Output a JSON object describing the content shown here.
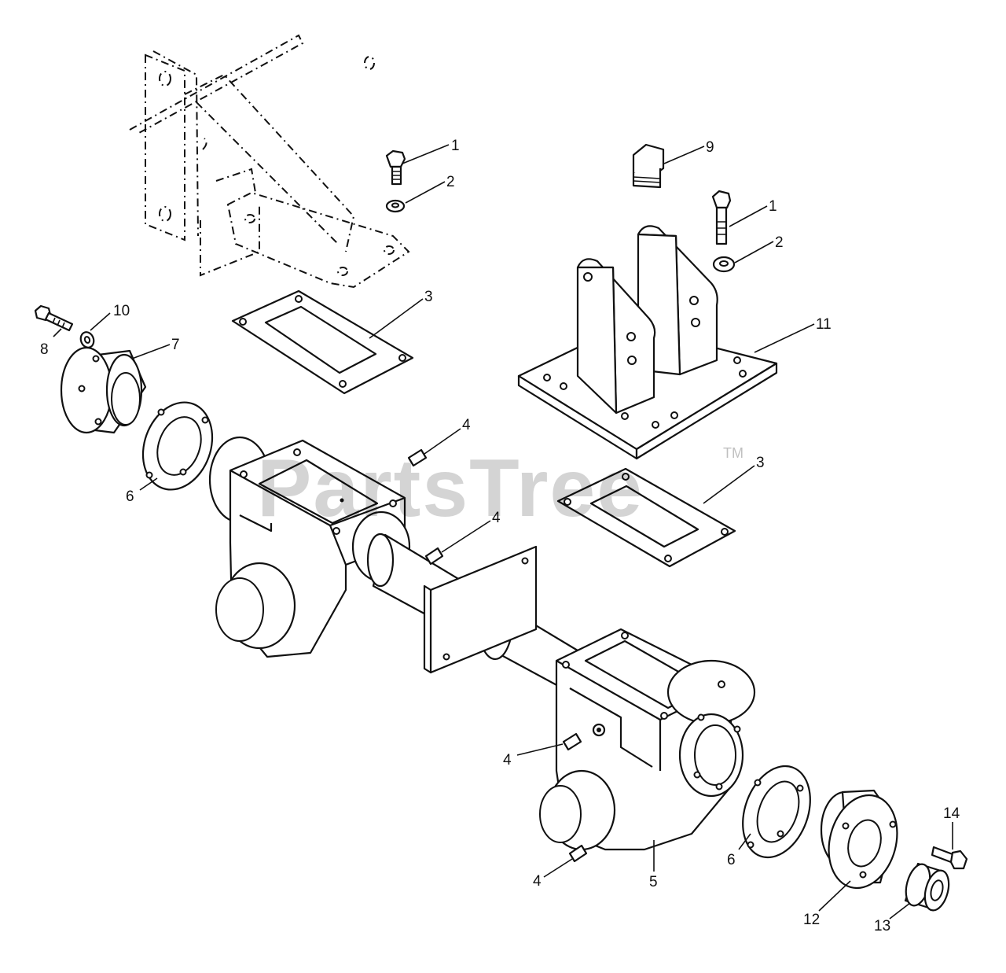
{
  "watermark": {
    "text": "PartsTree",
    "trademark": "TM"
  },
  "callouts": [
    {
      "id": "c1a",
      "text": "1"
    },
    {
      "id": "c2a",
      "text": "2"
    },
    {
      "id": "c9",
      "text": "9"
    },
    {
      "id": "c1b",
      "text": "1"
    },
    {
      "id": "c2b",
      "text": "2"
    },
    {
      "id": "c3a",
      "text": "3"
    },
    {
      "id": "c10",
      "text": "10"
    },
    {
      "id": "c8",
      "text": "8"
    },
    {
      "id": "c7",
      "text": "7"
    },
    {
      "id": "c11",
      "text": "11"
    },
    {
      "id": "c4a",
      "text": "4"
    },
    {
      "id": "c6a",
      "text": "6"
    },
    {
      "id": "c3b",
      "text": "3"
    },
    {
      "id": "c4b",
      "text": "4"
    },
    {
      "id": "c4c",
      "text": "4"
    },
    {
      "id": "c14",
      "text": "14"
    },
    {
      "id": "c6b",
      "text": "6"
    },
    {
      "id": "c4d",
      "text": "4"
    },
    {
      "id": "c5",
      "text": "5"
    },
    {
      "id": "c12",
      "text": "12"
    },
    {
      "id": "c13",
      "text": "13"
    }
  ]
}
